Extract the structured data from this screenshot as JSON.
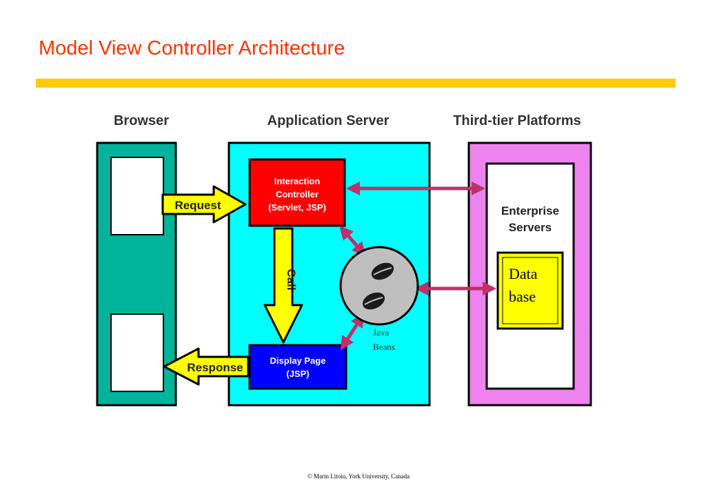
{
  "title": "Model View Controller Architecture",
  "colors": {
    "title": "#ff3300",
    "rule": "#ffcc00",
    "browser": "#00b39b",
    "app_server": "#00ffff",
    "third_tier": "#ee82ee",
    "controller": "#ff0000",
    "display": "#0000ff",
    "database": "#ffff00",
    "arrow_yellow": "#ffff00",
    "arrow_link": "#c0306a",
    "bean_body": "#bfbfbf"
  },
  "columns": {
    "browser": "Browser",
    "app_server": "Application Server",
    "third_tier": "Third-tier Platforms"
  },
  "controller": {
    "line1": "Interaction",
    "line2": "Controller",
    "line3": "(Servlet, JSP)"
  },
  "display": {
    "line1": "Display Page",
    "line2": "(JSP)"
  },
  "enterprise": {
    "line1": "Enterprise",
    "line2": "Servers"
  },
  "database": {
    "line1": "Data",
    "line2": "base"
  },
  "beans": {
    "line1": "Java",
    "line2": "Beans"
  },
  "arrows": {
    "request": "Request",
    "response": "Response",
    "call": "Call"
  },
  "footer": "© Marin Litoiu, York University, Canada"
}
